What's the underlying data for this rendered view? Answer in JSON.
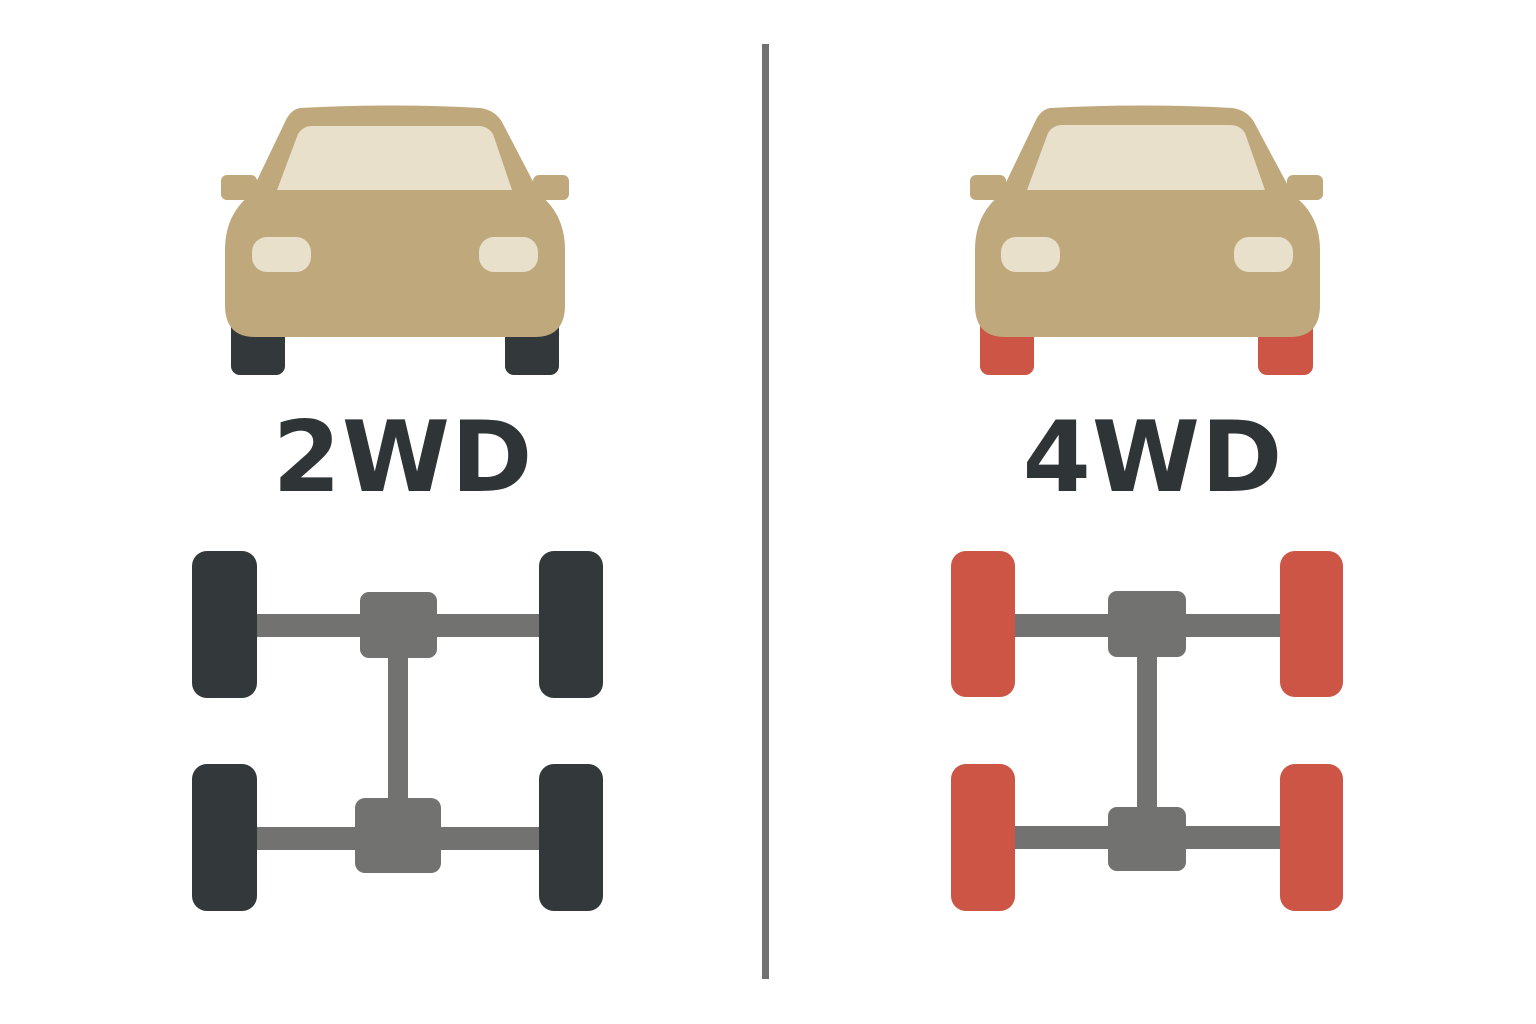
{
  "colors": {
    "background": "#ffffff",
    "car_body": "#bfa87b",
    "car_glass": "#e8e0cb",
    "tire_inactive": "#33393b",
    "tire_driven": "#cc5545",
    "drivetrain": "#727270",
    "divider": "#707170",
    "label_text": "#2f3436"
  },
  "panels": [
    {
      "id": "2wd",
      "label": "2WD",
      "car_front_tire_color": "#33393b",
      "drivetrain_wheels": {
        "front_left": "#33393b",
        "front_right": "#33393b",
        "rear_left": "#33393b",
        "rear_right": "#33393b"
      }
    },
    {
      "id": "4wd",
      "label": "4WD",
      "car_front_tire_color": "#cc5545",
      "drivetrain_wheels": {
        "front_left": "#cc5545",
        "front_right": "#cc5545",
        "rear_left": "#cc5545",
        "rear_right": "#cc5545"
      }
    }
  ]
}
